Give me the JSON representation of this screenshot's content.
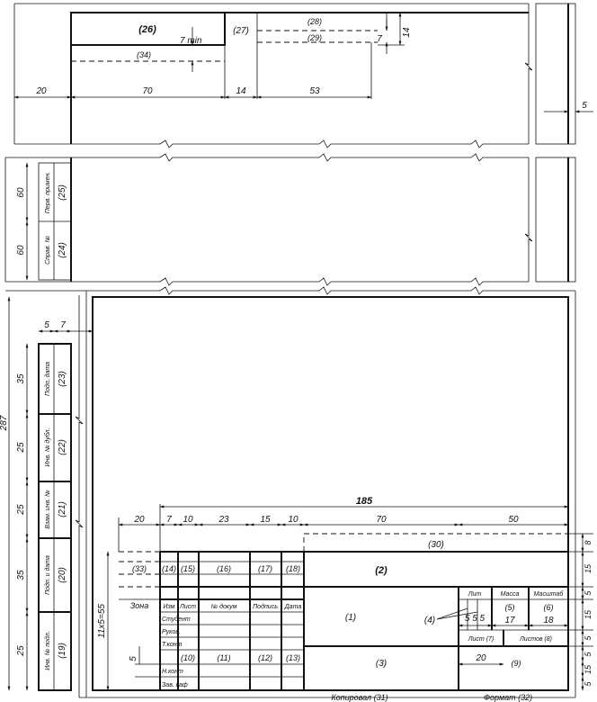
{
  "top": {
    "c26": "(26)",
    "c27": "(27)",
    "c28": "(28)",
    "c29": "(29)",
    "c34": "(34)",
    "min": "7 min",
    "d7": "7",
    "d14": "14",
    "d20": "20",
    "d70": "70",
    "d14b": "14",
    "d53": "53",
    "d5": "5"
  },
  "middle": {
    "v60a": "60",
    "v60b": "60",
    "perv": "Перв. примен.",
    "c25": "(25)",
    "sprav": "Справ. №",
    "c24": "(24)"
  },
  "side": {
    "s287": "287",
    "s5": "5",
    "s7": "7",
    "s35a": "35",
    "s25a": "25",
    "s25b": "25",
    "s35b": "35",
    "s25c": "25",
    "podp1": "Подп. дата",
    "c23": "(23)",
    "inv_dubl": "Инв. № дубл.",
    "c22": "(22)",
    "vzam": "Взам. инв. №",
    "c21": "(21)",
    "podp2": "Подп. и дата",
    "c20": "(20)",
    "inv_podl": "Инв. № подл.",
    "c19": "(19)"
  },
  "titleblock": {
    "d185": "185",
    "d20": "20",
    "d7": "7",
    "d10a": "10",
    "d23": "23",
    "d15": "15",
    "d10b": "10",
    "d70": "70",
    "d50": "50",
    "r8": "8",
    "r15a": "15",
    "r5a": "5",
    "r15b": "15",
    "r5b": "5",
    "r5c": "5",
    "r15c": "15",
    "r5d": "5",
    "h55": "11x5=55",
    "h5": "5",
    "c30": "(30)",
    "c33": "(33)",
    "c14": "(14)",
    "c15": "(15)",
    "c16": "(16)",
    "c17": "(17)",
    "c18": "(18)",
    "c2": "(2)",
    "c1": "(1)",
    "c3": "(3)",
    "c4": "(4)",
    "c10": "(10)",
    "c11": "(11)",
    "c12": "(12)",
    "c13": "(13)",
    "zona": "Зона",
    "izm": "Изм",
    "list": "Лист",
    "ndok": "№ докум",
    "podpis": "Подпись",
    "data": "Дата",
    "student": "Студент",
    "ruk": "Руков.",
    "tkont": "Т.конт",
    "nkont": "Н.конт",
    "zavkaf": "Зав. каф",
    "lit": "Лит",
    "massa": "Масса",
    "masht": "Масштаб",
    "c5": "(5)",
    "c6": "(6)",
    "v17": "17",
    "v18": "18",
    "v555": "5 5 5",
    "list7": "Лист (7)",
    "listov8": "Листов (8)",
    "d20b": "20",
    "c9": "(9)",
    "kopir": "Копировал (31)",
    "format": "Формат (32)"
  }
}
